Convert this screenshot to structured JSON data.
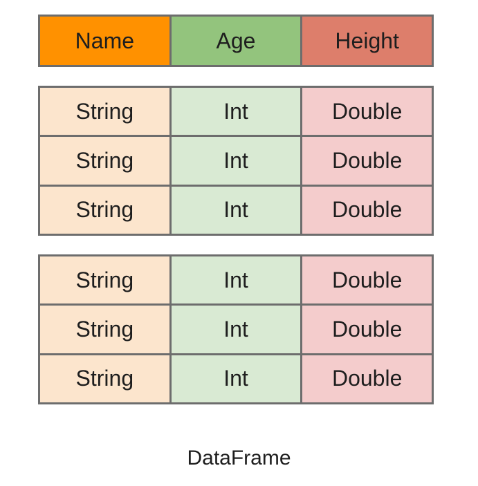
{
  "colors": {
    "header_name": "#ff9100",
    "header_age": "#93c47d",
    "header_height": "#dd7e6b",
    "cell_name": "#fce5cd",
    "cell_age": "#d9ead3",
    "cell_height": "#f4cccc",
    "border": "#6d6d6d"
  },
  "header": {
    "columns": [
      "Name",
      "Age",
      "Height"
    ]
  },
  "groups": [
    {
      "rows": [
        [
          "String",
          "Int",
          "Double"
        ],
        [
          "String",
          "Int",
          "Double"
        ],
        [
          "String",
          "Int",
          "Double"
        ]
      ]
    },
    {
      "rows": [
        [
          "String",
          "Int",
          "Double"
        ],
        [
          "String",
          "Int",
          "Double"
        ],
        [
          "String",
          "Int",
          "Double"
        ]
      ]
    }
  ],
  "caption": "DataFrame"
}
